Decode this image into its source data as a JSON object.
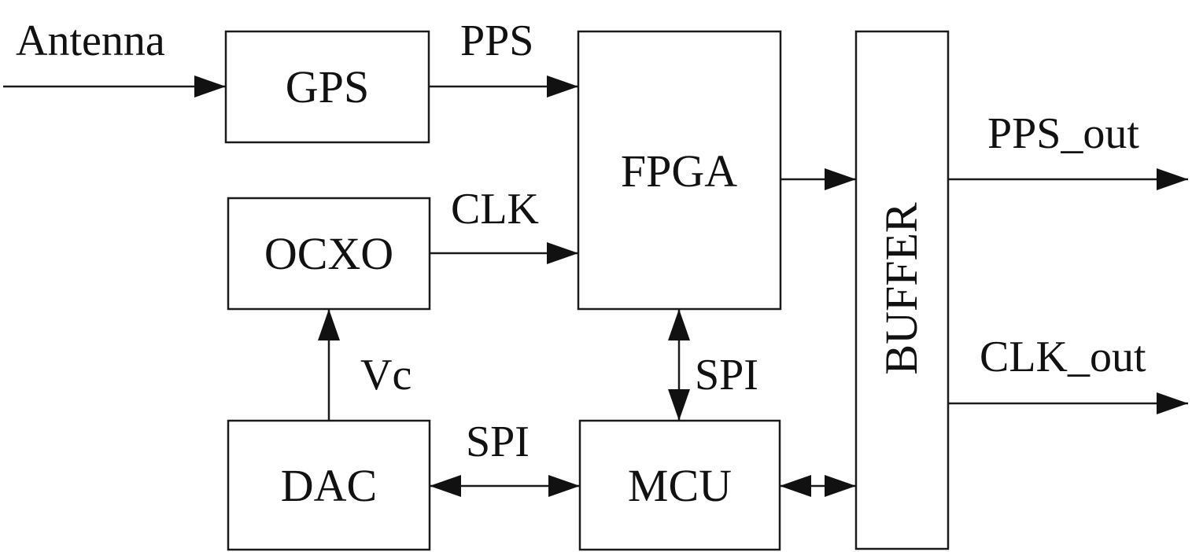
{
  "diagram": {
    "type": "block-diagram",
    "blocks": {
      "gps": "GPS",
      "ocxo": "OCXO",
      "dac": "DAC",
      "fpga": "FPGA",
      "mcu": "MCU",
      "buffer": "BUFFER"
    },
    "signals": {
      "antenna": "Antenna",
      "pps": "PPS",
      "clk": "CLK",
      "vc": "Vc",
      "spi_fpga_mcu": "SPI",
      "spi_dac_mcu": "SPI",
      "pps_out": "PPS_out",
      "clk_out": "CLK_out"
    },
    "connections": [
      {
        "from": "Antenna",
        "to": "GPS",
        "label": "",
        "direction": "one-way"
      },
      {
        "from": "GPS",
        "to": "FPGA",
        "label": "PPS",
        "direction": "one-way"
      },
      {
        "from": "OCXO",
        "to": "FPGA",
        "label": "CLK",
        "direction": "one-way"
      },
      {
        "from": "DAC",
        "to": "OCXO",
        "label": "Vc",
        "direction": "one-way"
      },
      {
        "from": "FPGA",
        "to": "MCU",
        "label": "SPI",
        "direction": "bidirectional"
      },
      {
        "from": "DAC",
        "to": "MCU",
        "label": "SPI",
        "direction": "bidirectional"
      },
      {
        "from": "MCU",
        "to": "BUFFER",
        "label": "",
        "direction": "bidirectional"
      },
      {
        "from": "FPGA",
        "to": "BUFFER",
        "label": "",
        "direction": "one-way"
      },
      {
        "from": "BUFFER",
        "to": "PPS_out",
        "label": "PPS_out",
        "direction": "one-way"
      },
      {
        "from": "BUFFER",
        "to": "CLK_out",
        "label": "CLK_out",
        "direction": "one-way"
      }
    ],
    "colors": {
      "line": "#1a1a1a",
      "text": "#111111",
      "background": "#ffffff"
    }
  }
}
